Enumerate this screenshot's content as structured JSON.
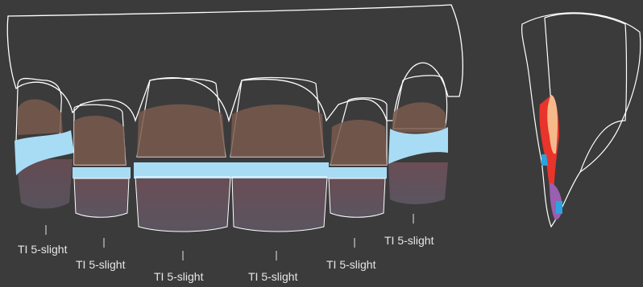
{
  "colors": {
    "background": "#3b3b3b",
    "outline": "#ffffff",
    "gum_band": "#a8dcf5",
    "crown_brown": "#7a5a4f",
    "root_mauve": "#8a4f5e",
    "label_text": "#e6e6e6",
    "section_peach": "#f7b98a",
    "section_red": "#e8342a",
    "section_blue": "#2aa3e0",
    "section_purple": "#9a5fb0"
  },
  "teeth_labels": [
    {
      "id": "t1",
      "text": "TI 5-slight"
    },
    {
      "id": "t2",
      "text": "TI 5-slight"
    },
    {
      "id": "t3",
      "text": "TI 5-slight"
    },
    {
      "id": "t4",
      "text": "TI 5-slight"
    },
    {
      "id": "t5",
      "text": "TI 5-slight"
    },
    {
      "id": "t6",
      "text": "TI 5-slight"
    }
  ]
}
